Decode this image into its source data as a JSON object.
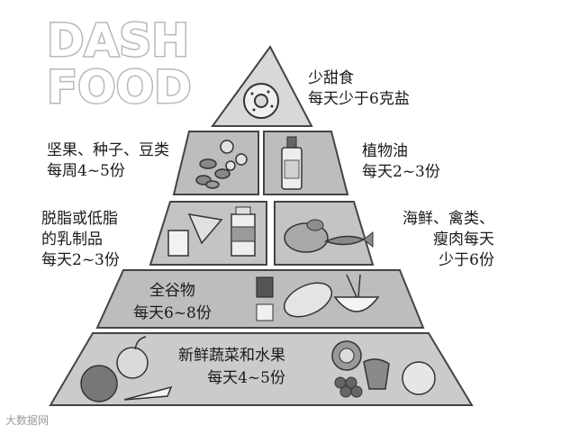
{
  "title": {
    "line1": "DASH",
    "line2": "FOOD"
  },
  "tiers": {
    "top": {
      "line1": "少甜食",
      "line2": "每天少于6克盐"
    },
    "nuts": {
      "line1": "坚果、种子、豆类",
      "line2": "每周4~5份"
    },
    "oil": {
      "line1": "植物油",
      "line2": "每天2~3份"
    },
    "dairy": {
      "line1": "脱脂或低脂",
      "line2": "的乳制品",
      "line3": "每天2~3份"
    },
    "meat": {
      "line1": "海鲜、禽类、",
      "line2": "瘦肉每天",
      "line3": "少于6份"
    },
    "grain": {
      "line1": "全谷物",
      "line2": "每天6~8份"
    },
    "veg": {
      "line1": "新鲜蔬菜和水果",
      "line2": "每天4~5份"
    }
  },
  "watermark": "大数据网"
}
